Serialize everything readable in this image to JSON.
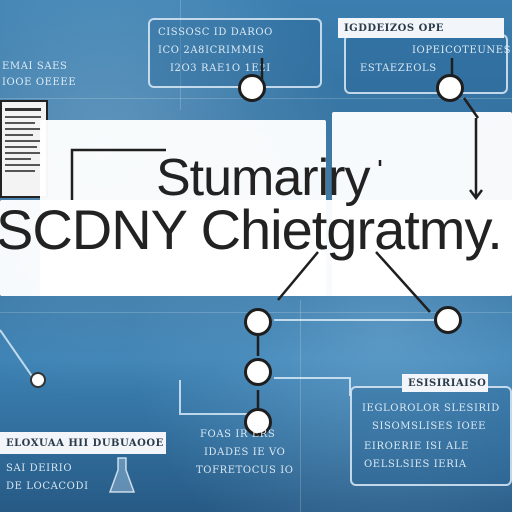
{
  "title_line1": "Stumariry",
  "title_line2": "SCDNY Chietgratmy.",
  "top_left_card": {
    "text_lines": [
      "CISSOSC ID DAROO",
      "ICO 2A8ICRIMMIS",
      "I2O3 RAE1O 1E2I"
    ]
  },
  "top_right_card": {
    "header": "IGDDEIZOS OPE",
    "text_lines": [
      "IOPEICOTEUNES",
      "ESTAEZEOLS"
    ]
  },
  "bottom_left_card": {
    "header": "ELOXUAA HII DUBUAOOE",
    "text_lines": [
      "SAI DEIRIO",
      "DE LOCACODI"
    ]
  },
  "bottom_right_card": {
    "header": "ESISIRIAISO",
    "text_lines": [
      "IEGLOROLOR SLESIRID",
      "SISOMSLISES IOEE",
      "EIROERIE ISI ALE",
      "OELSLSIES IERIA"
    ]
  },
  "bottom_center_text": [
    "FOAS IR ERS",
    "IDADES IE VO",
    "TOFRETOCUS IO"
  ],
  "left_card_text": [
    "EMAI SAES",
    "IOOE OEEEE"
  ],
  "colors": {
    "accent": "#2f6f9c",
    "node_border": "#1e1e1e"
  }
}
